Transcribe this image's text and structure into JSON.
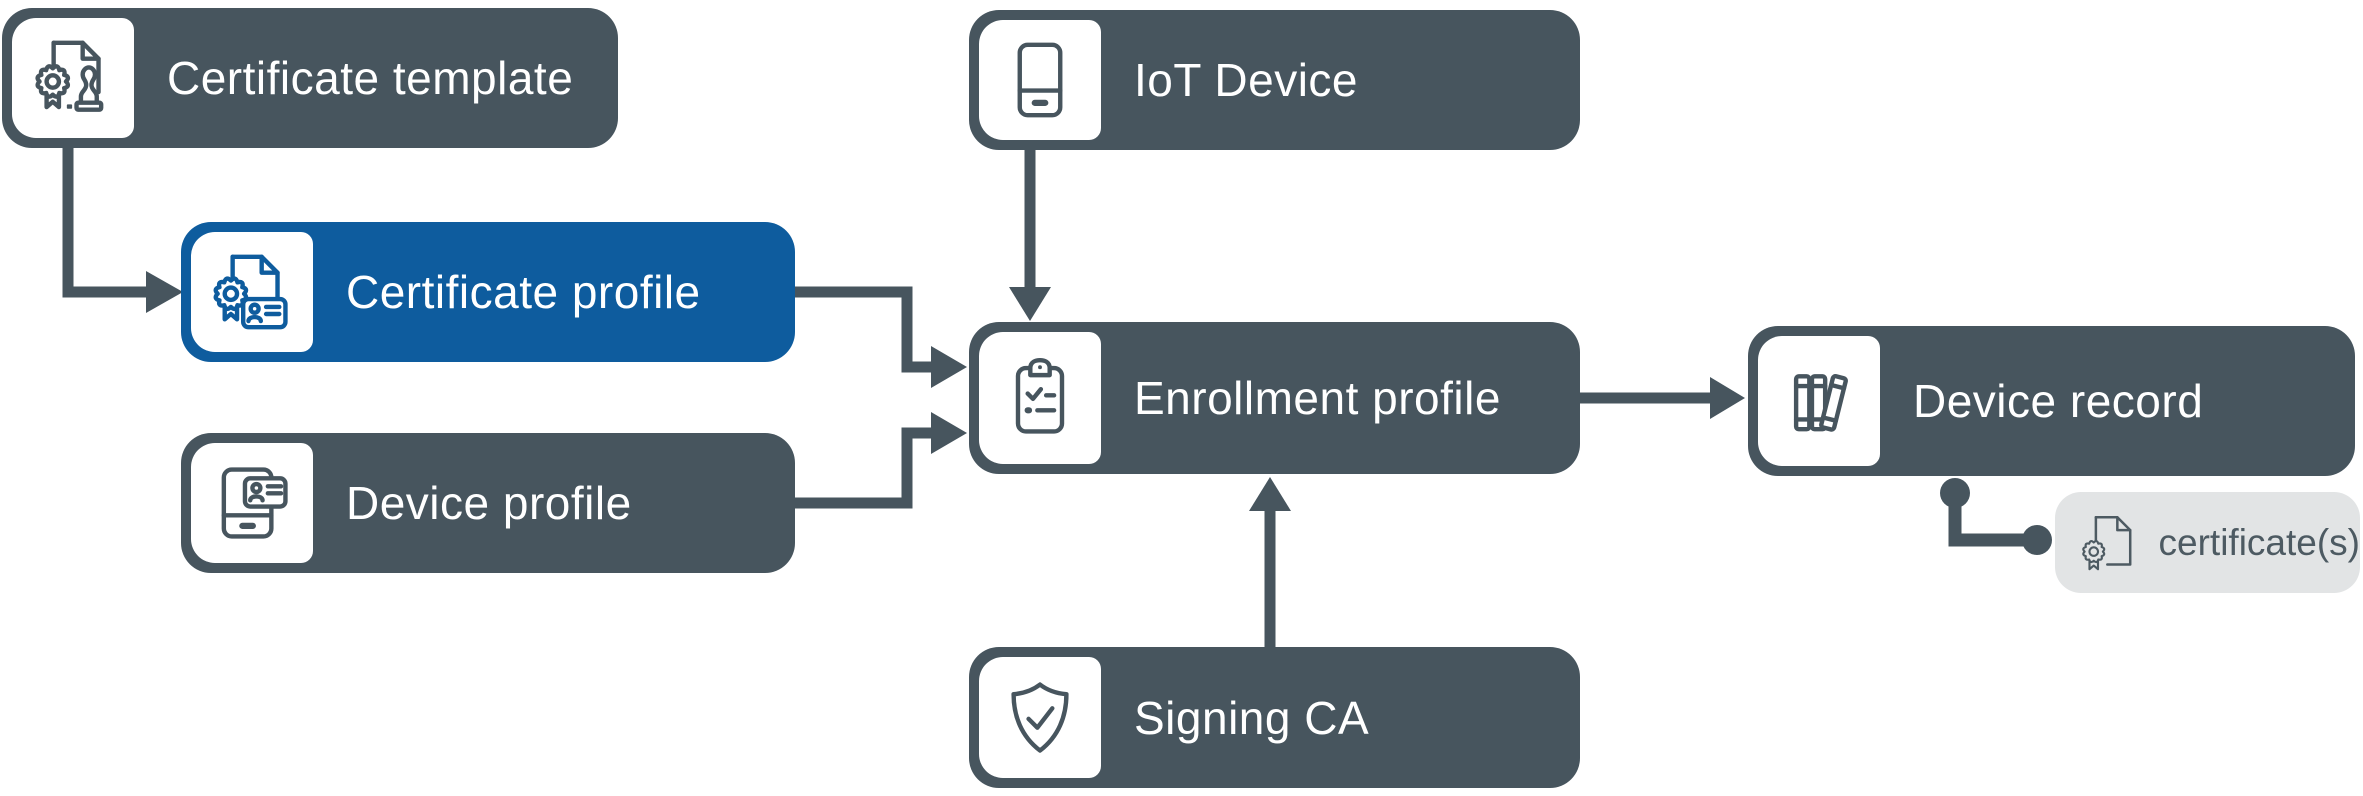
{
  "diagram": {
    "nodes": [
      {
        "id": "certificate-template",
        "label": "Certificate template",
        "icon": "certificate-stamp-icon",
        "variant": "dark"
      },
      {
        "id": "certificate-profile",
        "label": "Certificate profile",
        "icon": "certificate-id-card-icon",
        "variant": "blue"
      },
      {
        "id": "device-profile",
        "label": "Device profile",
        "icon": "device-id-card-icon",
        "variant": "dark"
      },
      {
        "id": "iot-device",
        "label": "IoT Device",
        "icon": "tablet-icon",
        "variant": "dark"
      },
      {
        "id": "enrollment-profile",
        "label": "Enrollment profile",
        "icon": "clipboard-checklist-icon",
        "variant": "dark"
      },
      {
        "id": "signing-ca",
        "label": "Signing CA",
        "icon": "shield-check-icon",
        "variant": "dark"
      },
      {
        "id": "device-record",
        "label": "Device record",
        "icon": "books-icon",
        "variant": "dark"
      },
      {
        "id": "certificates-badge",
        "label": "certificate(s)",
        "icon": "certificate-document-icon",
        "variant": "light"
      }
    ],
    "edges": [
      {
        "from": "certificate-template",
        "to": "certificate-profile",
        "type": "arrow"
      },
      {
        "from": "certificate-profile",
        "to": "enrollment-profile",
        "type": "arrow"
      },
      {
        "from": "device-profile",
        "to": "enrollment-profile",
        "type": "arrow"
      },
      {
        "from": "iot-device",
        "to": "enrollment-profile",
        "type": "arrow"
      },
      {
        "from": "signing-ca",
        "to": "enrollment-profile",
        "type": "arrow"
      },
      {
        "from": "enrollment-profile",
        "to": "device-record",
        "type": "arrow"
      },
      {
        "from": "device-record",
        "to": "certificates-badge",
        "type": "dotted-connector"
      }
    ],
    "colors": {
      "node_dark": "#47555E",
      "node_blue": "#0E5C9E",
      "node_text": "#FFFFFF",
      "badge_bg": "#E2E4E5",
      "badge_fg": "#4D5A62",
      "canvas_bg": "#FFFFFF"
    }
  }
}
